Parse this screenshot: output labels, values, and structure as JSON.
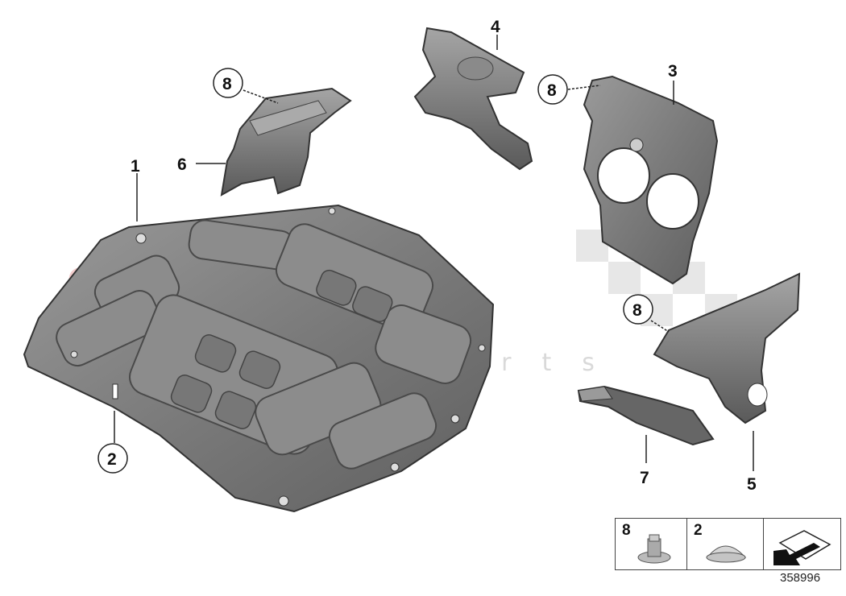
{
  "watermark": {
    "main": "scuderia",
    "sub": "car parts"
  },
  "callouts": [
    {
      "id": "callout-1",
      "text": "1"
    },
    {
      "id": "callout-2",
      "text": "2"
    },
    {
      "id": "callout-3",
      "text": "3"
    },
    {
      "id": "callout-4",
      "text": "4"
    },
    {
      "id": "callout-5",
      "text": "5"
    },
    {
      "id": "callout-6",
      "text": "6"
    },
    {
      "id": "callout-7",
      "text": "7"
    },
    {
      "id": "callout-8a",
      "text": "8"
    },
    {
      "id": "callout-8b",
      "text": "8"
    },
    {
      "id": "callout-8c",
      "text": "8"
    }
  ],
  "legend": {
    "cells": [
      {
        "num": "8",
        "part": "nut-with-washer"
      },
      {
        "num": "2",
        "part": "round-cap"
      },
      {
        "num": "",
        "part": "direction-arrow"
      }
    ]
  },
  "diagram_id": "358996"
}
